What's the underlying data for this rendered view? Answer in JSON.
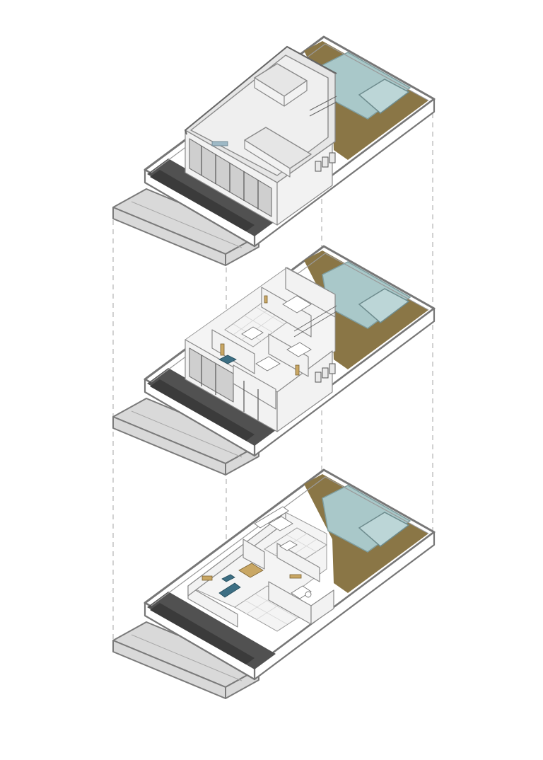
{
  "diagram": {
    "kind": "exploded-isometric-house",
    "levels": [
      "roof",
      "upper-floor",
      "ground-floor"
    ],
    "colors": {
      "background": "#ffffff",
      "slab": "#ffffff",
      "outline": "#777777",
      "sidewalk": "#d9d9d9",
      "lawn": "#8a7646",
      "pool": "#a9c8c9",
      "paving": "#515151",
      "wood": "#c9a764",
      "sofa": "#3d6f84"
    }
  }
}
